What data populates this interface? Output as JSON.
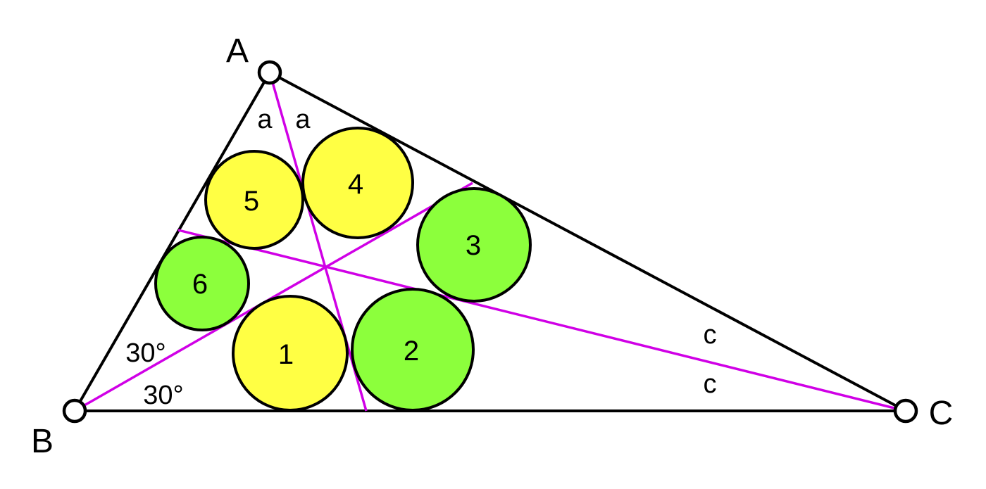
{
  "vertices": {
    "A": "A",
    "B": "B",
    "C": "C"
  },
  "angle_labels": {
    "a_left": "a",
    "a_right": "a",
    "b_upper": "30°",
    "b_lower": "30°",
    "c_upper": "c",
    "c_lower": "c"
  },
  "circles": [
    {
      "label": "1",
      "color": "#ffff44"
    },
    {
      "label": "2",
      "color": "#8cff3c"
    },
    {
      "label": "3",
      "color": "#8cff3c"
    },
    {
      "label": "4",
      "color": "#ffff44"
    },
    {
      "label": "5",
      "color": "#ffff44"
    },
    {
      "label": "6",
      "color": "#8cff3c"
    }
  ],
  "colors": {
    "yellow": "#ffff44",
    "green": "#8cff3c",
    "bisector": "#d000e6",
    "line": "#000000"
  }
}
